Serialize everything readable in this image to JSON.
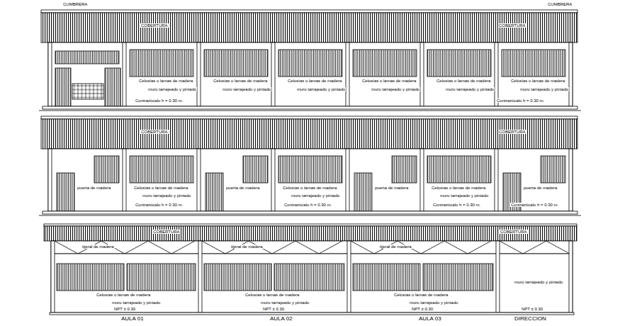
{
  "diagram": {
    "labels": [
      "CUMBRERA",
      "CUMBRERA",
      "COBERTURA",
      "COBERTURA",
      "Celosías o lamas de madera",
      "Celosías o lamas de madera",
      "Celosías o lamas de madera",
      "Celosías o lamas de madera",
      "Celosías o lamas de madera",
      "Celosías o lamas de madera",
      "muro tarrajeado y pintado",
      "muro tarrajeado y pintado",
      "muro tarrajeado y pintado",
      "muro tarrajeado y pintado",
      "muro tarrajeado y pintado",
      "muro tarrajeado y pintado",
      "Contrazócalo h = 0.30 m.",
      "Contrazócalo h = 0.30 m.",
      "COBERTURA",
      "COBERTURA",
      "puerta de madera",
      "puerta de madera",
      "puerta de madera",
      "puerta de madera",
      "Celosías o lamas de madera",
      "Celosías o lamas de madera",
      "Celosías o lamas de madera",
      "muro tarrajeado y pintado",
      "muro tarrajeado y pintado",
      "muro tarrajeado y pintado",
      "Contrazócalo h = 0.30 m.",
      "Contrazócalo h = 0.30 m.",
      "Contrazócalo h = 0.30 m.",
      "Contrazócalo h = 0.30 m.",
      "COBERTURA",
      "COBERTURA",
      "tijeral de madera",
      "tijeral de madera",
      "tijeral de madera",
      "Celosías o lamas de madera",
      "Celosías o lamas de madera",
      "Celosías o lamas de madera",
      "muro tarrajeado y pintado",
      "muro tarrajeado y pintado",
      "muro tarrajeado y pintado",
      "muro tarrajeado y pintado",
      "NPT ± 0.30",
      "NPT ± 0.30",
      "NPT ± 0.30",
      "NPT ± 0.30",
      "AULA 01",
      "AULA 02",
      "AULA 03",
      "DIRECCION"
    ]
  }
}
